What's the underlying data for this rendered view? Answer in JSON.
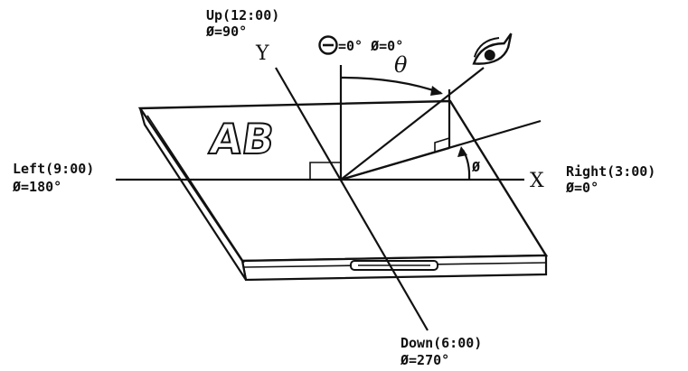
{
  "labels": {
    "up": "Up(12:00)",
    "up_phi": "Ø=90°",
    "down": "Down(6:00)",
    "down_phi": "Ø=270°",
    "left": "Left(9:00)",
    "left_phi": "Ø=180°",
    "right": "Right(3:00)",
    "right_phi": "Ø=0°",
    "normal": "=0° Ø=0°",
    "axis_x": "X",
    "axis_y": "Y",
    "theta": "θ",
    "phi": "Ø",
    "panel_text": "AB"
  },
  "icons": {
    "eye": "eye-icon",
    "theta_zero": "circled-minus-icon"
  }
}
